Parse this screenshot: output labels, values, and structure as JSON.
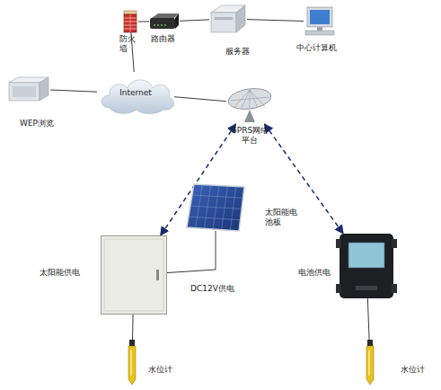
{
  "diagram": {
    "nodes": [
      {
        "text": [
          "防火 墙"
        ]
      },
      {
        "text": [
          "路由器"
        ]
      },
      {
        "text": [
          "服务器"
        ]
      },
      {
        "text": [
          "中心计算机"
        ]
      },
      {
        "text": [
          "WEP浏览"
        ]
      },
      {
        "text": [
          "Internet"
        ]
      },
      {
        "text": [
          "GPRS网络 平台"
        ]
      },
      {
        "text": [
          "太阳能电 池板"
        ]
      },
      {
        "text": [
          "太阳能供电"
        ]
      },
      {
        "text": [
          "电池供电"
        ]
      },
      {
        "text": [
          "水位计"
        ]
      },
      {
        "text": [
          "水位计"
        ]
      }
    ],
    "edges": [
      {
        "from": 0,
        "to": 1,
        "arrow": "none"
      },
      {
        "from": 1,
        "to": 2,
        "arrow": "none"
      },
      {
        "from": 2,
        "to": 3,
        "arrow": "none"
      },
      {
        "from": 4,
        "to": 5,
        "arrow": "none"
      },
      {
        "from": 5,
        "to": 0,
        "arrow": "none"
      },
      {
        "from": 5,
        "to": 6,
        "arrow": "none"
      },
      {
        "from": 6,
        "to": 8,
        "arrow": "both"
      },
      {
        "from": 6,
        "to": 9,
        "arrow": "both"
      },
      {
        "from": 7,
        "to": 8,
        "label": "DC12V供电",
        "arrow": "none"
      },
      {
        "from": 8,
        "to": 10,
        "arrow": "none"
      },
      {
        "from": 9,
        "to": 11,
        "arrow": "none"
      }
    ]
  }
}
